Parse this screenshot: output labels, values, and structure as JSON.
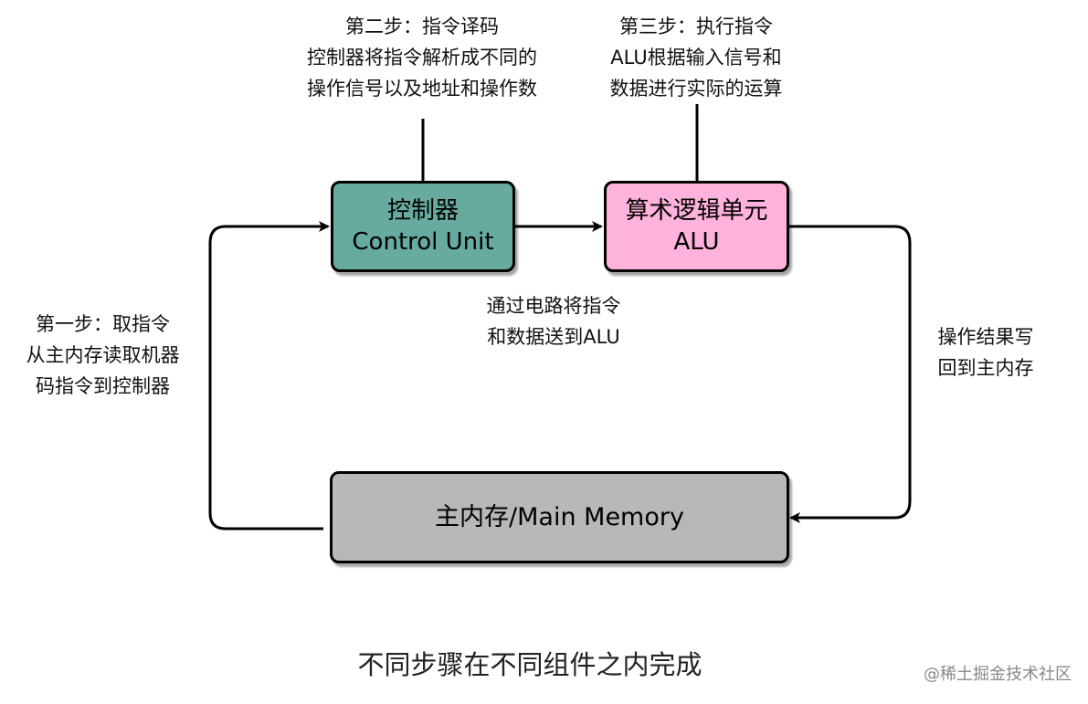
{
  "diagram": {
    "step2": {
      "lines": [
        "第二步：指令译码",
        "控制器将指令解析成不同的",
        "操作信号以及地址和操作数"
      ]
    },
    "step3": {
      "lines": [
        "第三步：执行指令",
        "ALU根据输入信号和",
        "数据进行实际的运算"
      ]
    },
    "step1": {
      "lines": [
        "第一步：取指令",
        "从主内存读取机器",
        "码指令到控制器"
      ]
    },
    "transfer": {
      "lines": [
        "通过电路将指令",
        "和数据送到ALU"
      ]
    },
    "writeback": {
      "lines": [
        "操作结果写",
        "回到主内存"
      ]
    },
    "nodes": {
      "control_unit": {
        "line1": "控制器",
        "line2": "Control Unit",
        "fill": "#67ab9f"
      },
      "alu": {
        "line1": "算术逻辑单元",
        "line2": "ALU",
        "fill": "#ffb2dc"
      },
      "main_memory": {
        "label": "主内存/Main Memory",
        "fill": "#b8b8b8"
      }
    },
    "caption": "不同步骤在不同组件之内完成",
    "watermark": "@稀土掘金技术社区"
  }
}
